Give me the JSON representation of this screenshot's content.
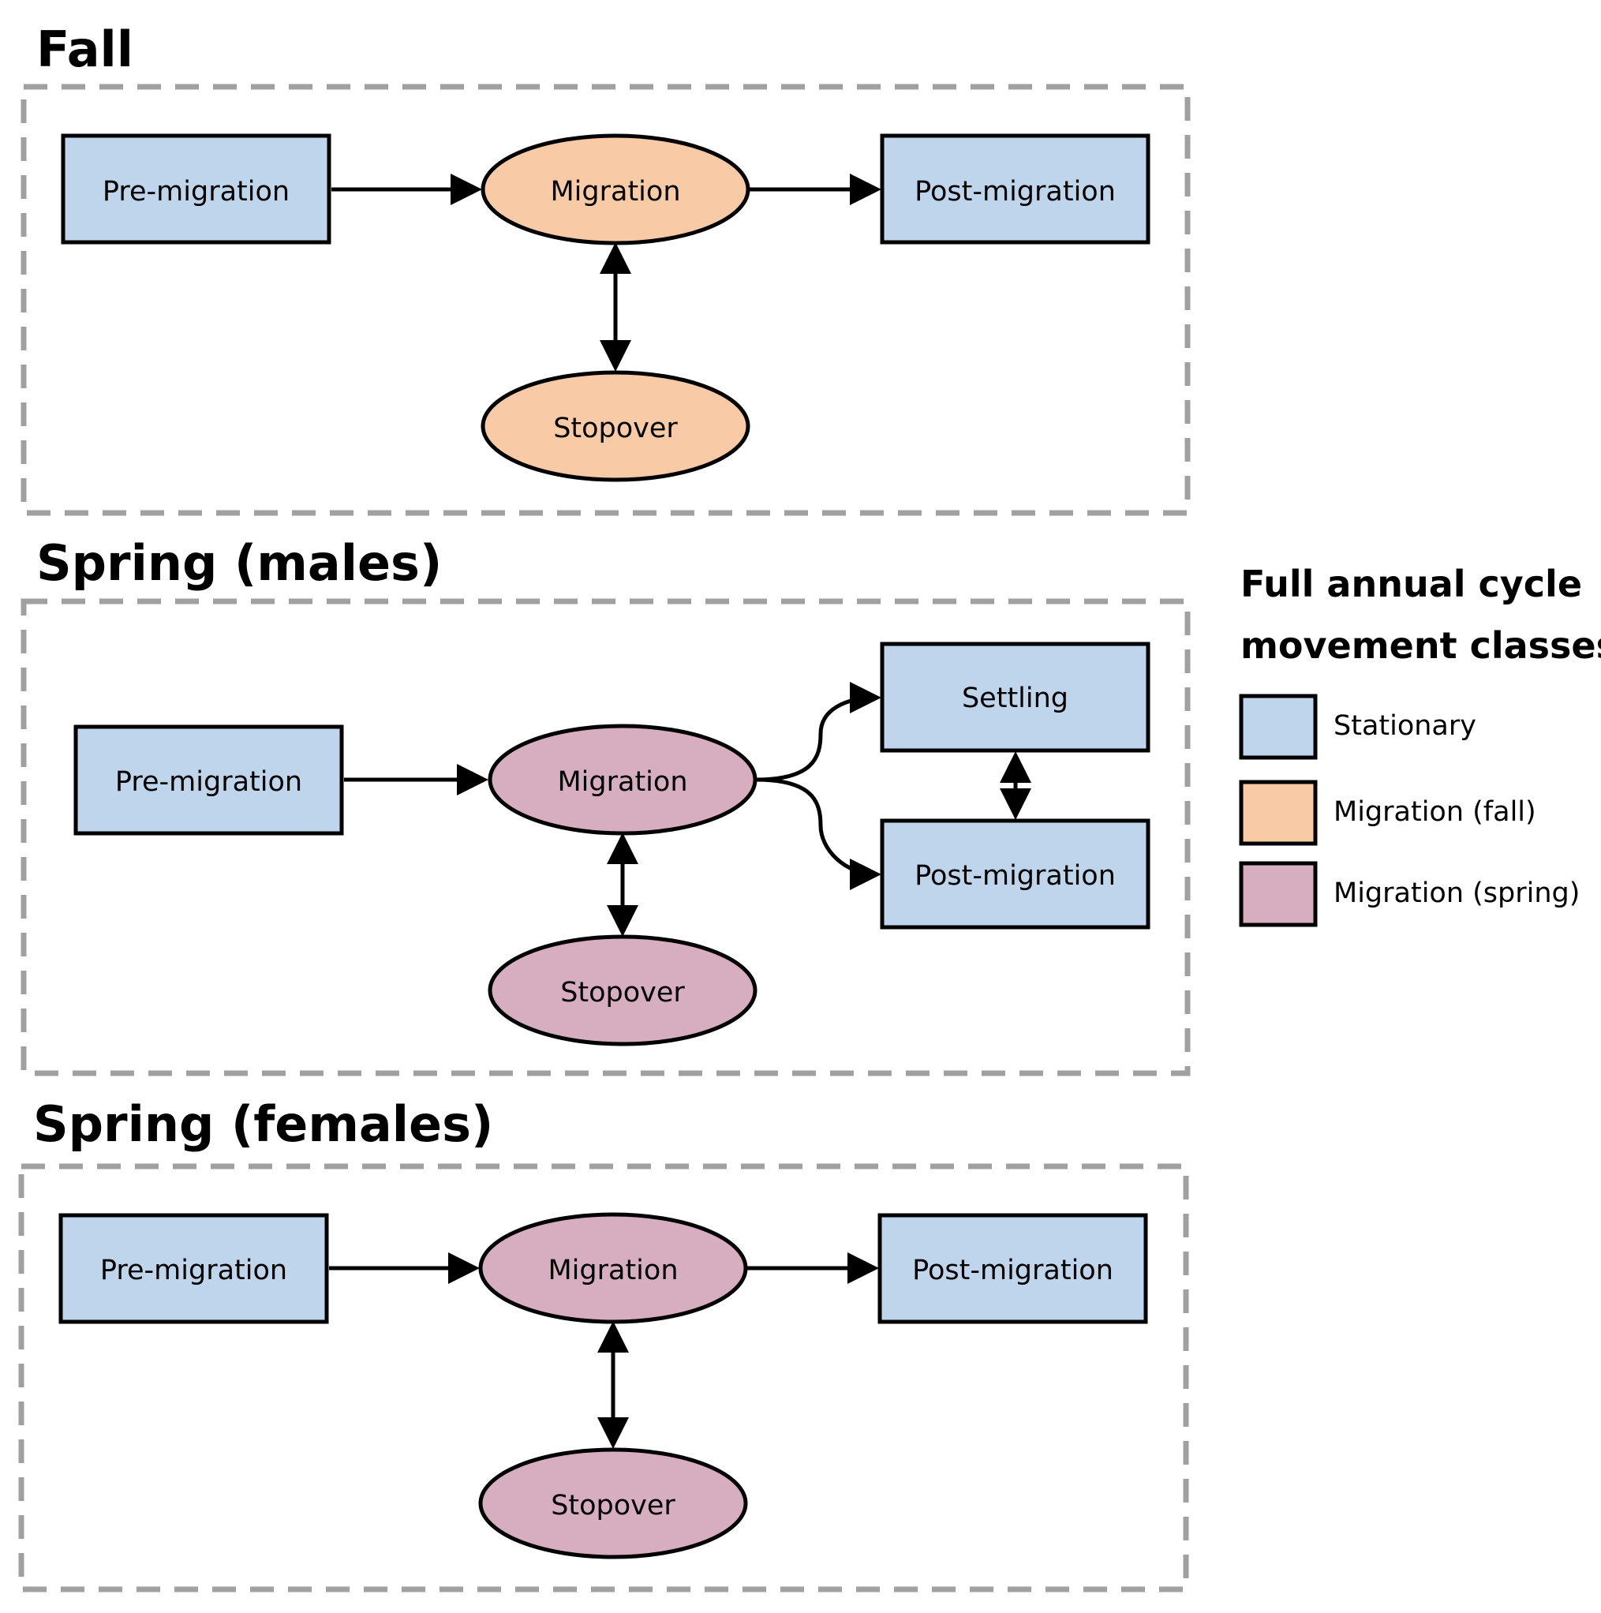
{
  "colors": {
    "stationary": "#bfd5ec",
    "migration_fall": "#f8cba6",
    "migration_spring": "#d7aec0",
    "stroke": "#000000",
    "dashed_border": "#a0a0a0"
  },
  "panels": [
    {
      "title": "Fall",
      "nodes": {
        "pre": "Pre-migration",
        "migration": "Migration",
        "post": "Post-migration",
        "stopover": "Stopover"
      }
    },
    {
      "title": "Spring (males)",
      "nodes": {
        "pre": "Pre-migration",
        "migration": "Migration",
        "settling": "Settling",
        "post": "Post-migration",
        "stopover": "Stopover"
      }
    },
    {
      "title": "Spring (females)",
      "nodes": {
        "pre": "Pre-migration",
        "migration": "Migration",
        "post": "Post-migration",
        "stopover": "Stopover"
      }
    }
  ],
  "legend": {
    "title_line1": "Full annual cycle",
    "title_line2": "movement classes",
    "items": [
      {
        "label": "Stationary",
        "class": "stationary"
      },
      {
        "label": "Migration (fall)",
        "class": "migration_fall"
      },
      {
        "label": "Migration (spring)",
        "class": "migration_spring"
      }
    ]
  }
}
